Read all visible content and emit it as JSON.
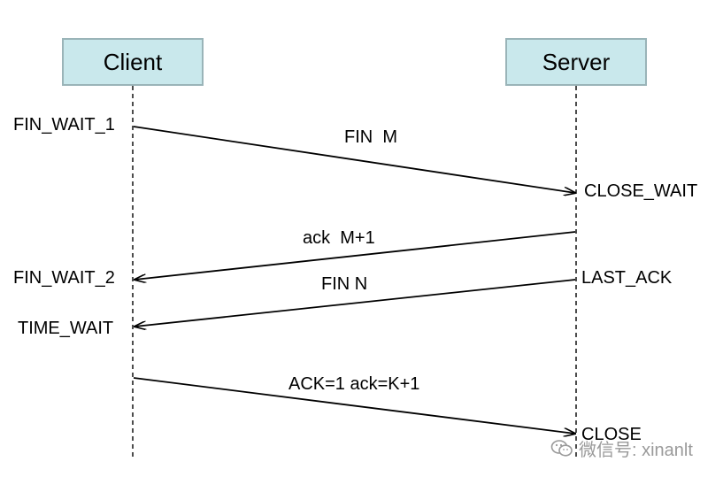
{
  "participants": {
    "client": "Client",
    "server": "Server"
  },
  "client_states": {
    "fin_wait_1": "FIN_WAIT_1",
    "fin_wait_2": "FIN_WAIT_2",
    "time_wait": "TIME_WAIT"
  },
  "server_states": {
    "close_wait": "CLOSE_WAIT",
    "last_ack": "LAST_ACK",
    "close": "CLOSE"
  },
  "messages": {
    "fin_m": "FIN  M",
    "ack_m1": "ack  M+1",
    "fin_n": "FIN N",
    "final_ack": "ACK=1 ack=K+1"
  },
  "watermark": {
    "icon": "wechat-icon",
    "text": "微信号: xinanlt"
  },
  "colors": {
    "box_fill": "#c9e8ec",
    "box_border": "#9ab4b8"
  }
}
